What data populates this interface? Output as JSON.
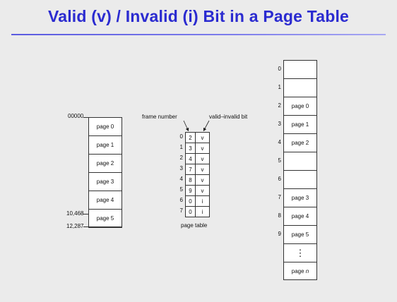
{
  "title": "Valid (v) / Invalid (i) Bit in a Page Table",
  "logical_memory": {
    "address_start": "00000",
    "address_mid": "10,468",
    "address_end": "12,287",
    "pages": [
      "page 0",
      "page 1",
      "page 2",
      "page 3",
      "page 4",
      "page 5"
    ]
  },
  "page_table": {
    "frame_number_label": "frame number",
    "valid_bit_label": "valid–invalid bit",
    "caption": "page table",
    "rows": [
      {
        "index": "0",
        "frame": "2",
        "bit": "v"
      },
      {
        "index": "1",
        "frame": "3",
        "bit": "v"
      },
      {
        "index": "2",
        "frame": "4",
        "bit": "v"
      },
      {
        "index": "3",
        "frame": "7",
        "bit": "v"
      },
      {
        "index": "4",
        "frame": "8",
        "bit": "v"
      },
      {
        "index": "5",
        "frame": "9",
        "bit": "v"
      },
      {
        "index": "6",
        "frame": "0",
        "bit": "i"
      },
      {
        "index": "7",
        "frame": "0",
        "bit": "i"
      }
    ]
  },
  "physical_memory": {
    "frames": [
      {
        "index": "0",
        "content": ""
      },
      {
        "index": "1",
        "content": ""
      },
      {
        "index": "2",
        "content": "page 0"
      },
      {
        "index": "3",
        "content": "page 1"
      },
      {
        "index": "4",
        "content": "page 2"
      },
      {
        "index": "5",
        "content": ""
      },
      {
        "index": "6",
        "content": ""
      },
      {
        "index": "7",
        "content": "page 3"
      },
      {
        "index": "8",
        "content": "page 4"
      },
      {
        "index": "9",
        "content": "page 5"
      },
      {
        "index": "",
        "content": "⋮"
      },
      {
        "index": "",
        "content": "page",
        "suffix": "n"
      }
    ]
  }
}
